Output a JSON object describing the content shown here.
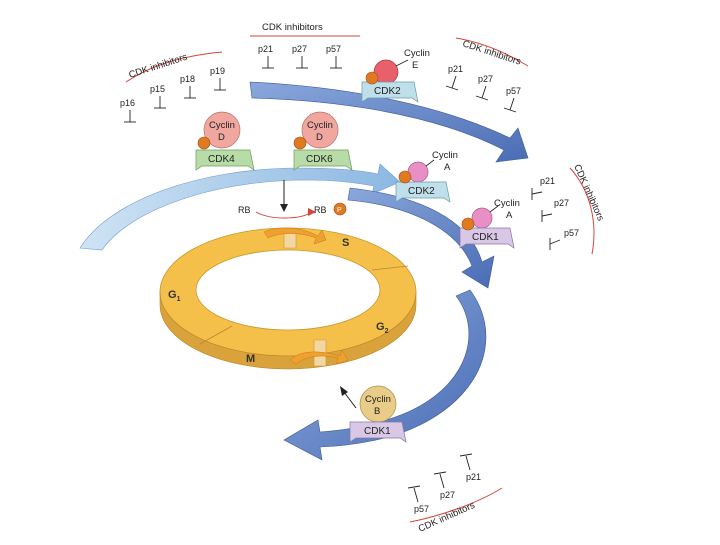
{
  "diagram": {
    "phases": {
      "g1": "G",
      "g1_sub": "1",
      "s": "S",
      "g2": "G",
      "g2_sub": "2",
      "m": "M"
    },
    "rb": {
      "label": "RB",
      "phospho_label": "RB",
      "phospho_mark": "P"
    },
    "inhibitor_groups": {
      "top_left": {
        "title": "CDK inhibitors",
        "items": [
          "p16",
          "p15",
          "p18",
          "p19"
        ]
      },
      "top": {
        "title": "CDK inhibitors",
        "items": [
          "p21",
          "p27",
          "p57"
        ]
      },
      "top_right": {
        "title": "CDK inhibitors",
        "items": [
          "p21",
          "p27",
          "p57"
        ]
      },
      "right": {
        "title": "CDK inhibitors",
        "items": [
          "p21",
          "p27",
          "p57"
        ]
      },
      "bottom": {
        "title": "CDK inhibitors",
        "items": [
          "p57",
          "p27",
          "p21"
        ]
      }
    },
    "complexes": {
      "cyclinD_cdk4": {
        "cyclin": "Cyclin",
        "cyclin_sub": "D",
        "cdk": "CDK4"
      },
      "cyclinD_cdk6": {
        "cyclin": "Cyclin",
        "cyclin_sub": "D",
        "cdk": "CDK6"
      },
      "cyclinE_cdk2": {
        "cyclin": "Cyclin",
        "cyclin_sub": "E",
        "cdk": "CDK2"
      },
      "cyclinA_cdk2": {
        "cyclin": "Cyclin",
        "cyclin_sub": "A",
        "cdk": "CDK2"
      },
      "cyclinA_cdk1": {
        "cyclin": "Cyclin",
        "cyclin_sub": "A",
        "cdk": "CDK1"
      },
      "cyclinB_cdk1": {
        "cyclin": "Cyclin",
        "cyclin_sub": "B",
        "cdk": "CDK1"
      }
    },
    "colors": {
      "ring": "#f5c04a",
      "ring_side": "#d9a23a",
      "arrow_light": "#9cc3e6",
      "arrow_dark": "#5b7fc4",
      "cyclin_d": "#f0a7a0",
      "cyclin_e": "#e8606a",
      "cyclin_a": "#e88fc6",
      "cyclin_b": "#e8cc88",
      "cdk_green": "#b8dca8",
      "cdk_blue": "#bfe0ea",
      "cdk_purple": "#d8c8e6",
      "phosphate": "#e07a20",
      "red_line": "#d9443a"
    }
  }
}
